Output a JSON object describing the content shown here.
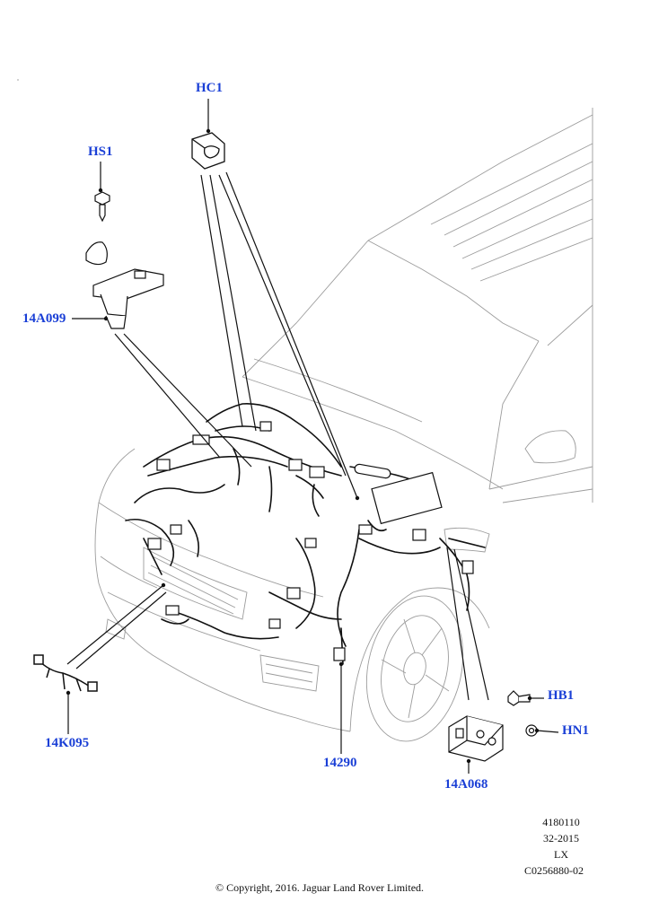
{
  "callouts": {
    "hc1": "HC1",
    "hs1": "HS1",
    "a099": "14A099",
    "k095": "14K095",
    "p14290": "14290",
    "a068": "14A068",
    "hb1": "HB1",
    "hn1": "HN1"
  },
  "meta": {
    "line1": "4180110",
    "line2": "32-2015",
    "line3": "LX",
    "line4": "C0256880-02"
  },
  "copyright": "© Copyright, 2016. Jaguar Land Rover Limited."
}
